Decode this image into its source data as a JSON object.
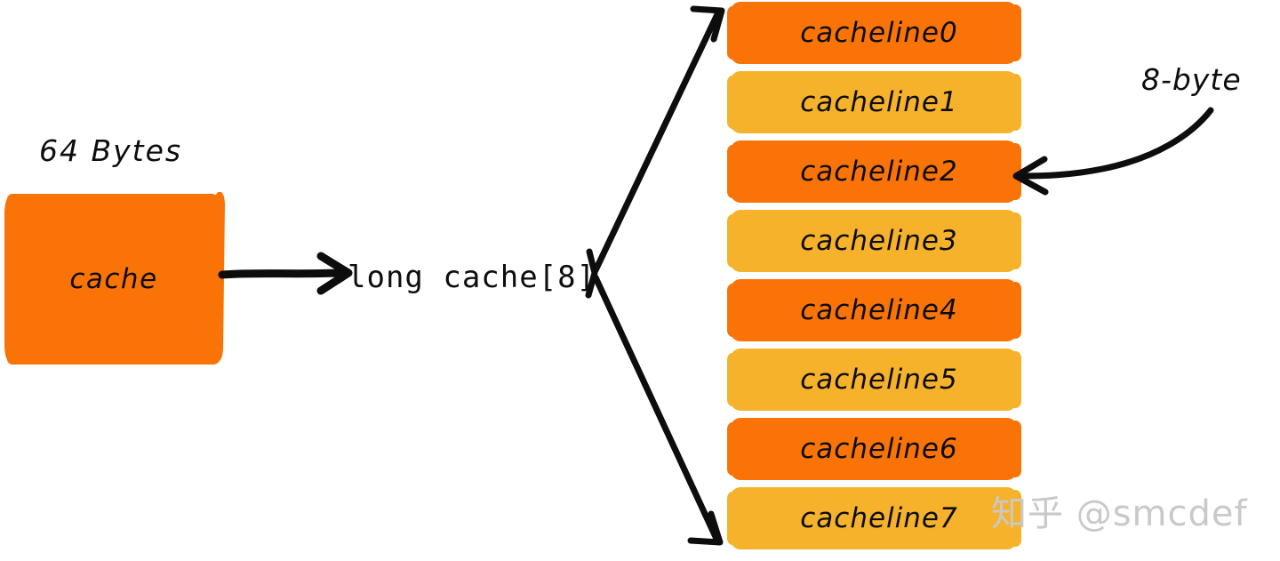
{
  "diagram": {
    "title_caption": "64 Bytes",
    "cache_block": {
      "label": "cache",
      "color": "#f97306",
      "size_caption": "64 Bytes"
    },
    "array_expression": "long cache[8]",
    "annotation": {
      "label": "8-byte",
      "points_to": "cacheline2"
    },
    "cachelines": [
      {
        "label": "cacheline0",
        "color": "#f97306"
      },
      {
        "label": "cacheline1",
        "color": "#f5b22a"
      },
      {
        "label": "cacheline2",
        "color": "#f97306"
      },
      {
        "label": "cacheline3",
        "color": "#f5b22a"
      },
      {
        "label": "cacheline4",
        "color": "#f97306"
      },
      {
        "label": "cacheline5",
        "color": "#f5b22a"
      },
      {
        "label": "cacheline6",
        "color": "#f97306"
      },
      {
        "label": "cacheline7",
        "color": "#f5b22a"
      }
    ],
    "watermark": "知乎 @smcdef",
    "colors": {
      "dark_orange": "#f97306",
      "amber": "#f5b22a",
      "ink": "#0d0d0d",
      "watermark_gray": "#c9c9c9",
      "background": "#ffffff"
    }
  }
}
